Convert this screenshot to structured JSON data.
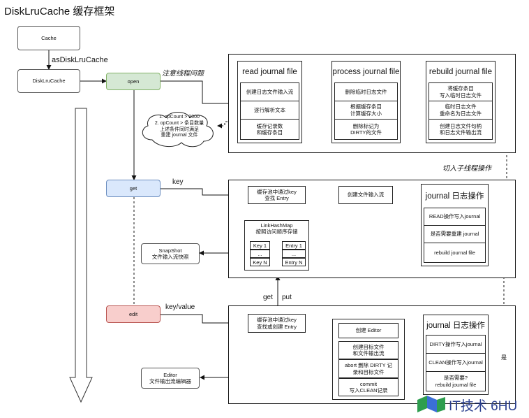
{
  "title": "DiskLruCache 缓存框架",
  "left": {
    "cache": "Cache",
    "disklrucache": "DiskLruCache",
    "as_label": "asDiskLruCache",
    "open": "open",
    "get": "get",
    "edit": "edit",
    "open_note": "注意线程问题",
    "key_label": "key",
    "keyvalue_label": "key/value",
    "get_put_get": "get",
    "get_put_put": "put",
    "cloud": "1. opCount > 2000\n2. opCount > 条目数量\n上述条件同时满足\n重建 journal 文件",
    "snapshot": "SnapShot\n文件输入流快照",
    "editor": "Editor\n文件输出流编辑器",
    "thread_switch": "切入子线程操作"
  },
  "open_panel": {
    "read": {
      "title": "read journal file",
      "items": [
        "创建日志文件输入流",
        "逐行解析文本",
        "缓存记录数\n和缓存条目"
      ]
    },
    "process": {
      "title": "process journal file",
      "items": [
        "删除临时日志文件",
        "根据缓存条目\n计算缓存大小",
        "删除标记为\nDIRTY的文件"
      ]
    },
    "rebuild": {
      "title": "rebuild journal file",
      "items": [
        "将缓存条目\n写入临时日志文件",
        "临时日志文件\n重命名为日志文件",
        "创建日志文件句柄\n和日志文件输出流"
      ]
    }
  },
  "get_panel": {
    "lookup": "缓存池中通过key\n查找 Entry",
    "input_stream": "创建文件输入流",
    "map_title": "LinkHashMap\n按照访问顺序存储",
    "keys": [
      "Key 1",
      "...",
      "Key N"
    ],
    "entries": [
      "Entry 1",
      "...",
      "Entry N"
    ],
    "journal": {
      "title": "journal 日志操作",
      "items": [
        "READ操作写入journal",
        "是否需要重建 journal",
        "rebuild journal file"
      ]
    }
  },
  "edit_panel": {
    "lookup": "缓存池中通过key\n查找或创建 Entry",
    "editor_items": [
      "创建 Editor",
      "创建目标文件\n和文件输出流",
      "abort 删除 DIRTY 记\n录和目标文件",
      "commit\n写入CLEAN记录"
    ],
    "journal": {
      "title": "journal 日志操作",
      "items": [
        "DIRTY操作写入journal",
        "CLEAN操作写入journal",
        "是否需要?\nrebuild journal file"
      ]
    },
    "side_label": "是"
  },
  "watermark": "IT技术 6HU",
  "colors": {
    "green": "#d5e8d4",
    "green_border": "#82b366",
    "blue": "#dae8fc",
    "blue_border": "#6c8ebf",
    "red": "#f8cecc",
    "red_border": "#b85450",
    "watermark": "#2a3f8f"
  }
}
